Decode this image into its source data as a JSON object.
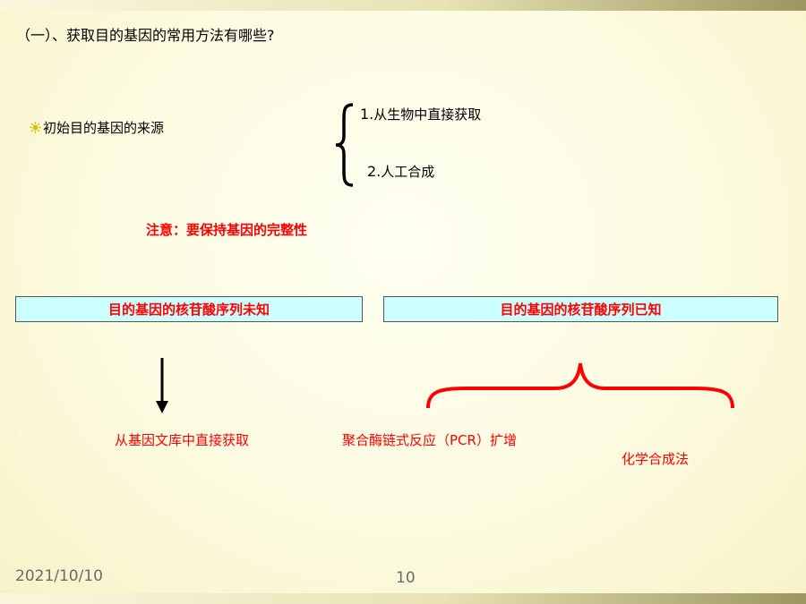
{
  "slide": {
    "title": "（一）、获取目的基因的常用方法有哪些?",
    "bullet_label": "初始目的基因的来源",
    "source_options": [
      {
        "number": "1.",
        "text": "从生物中直接获取"
      },
      {
        "number": "2.",
        "text": "人工合成"
      }
    ],
    "note": "注意：要保持基因的完整性",
    "boxes": {
      "unknown": "目的基因的核苷酸序列未知",
      "known": "目的基因的核苷酸序列已知"
    },
    "methods": {
      "library": "从基因文库中直接获取",
      "pcr": "聚合酶链式反应（PCR）扩增",
      "chemical": "化学合成法"
    }
  },
  "footer": {
    "date": "2021/10/10",
    "page_number": "10"
  },
  "colors": {
    "accent_red": "#ff0000",
    "box_fill": "#ccffff",
    "bullet_yellow": "#d4c400",
    "footer_gray": "#6b6b6b"
  }
}
